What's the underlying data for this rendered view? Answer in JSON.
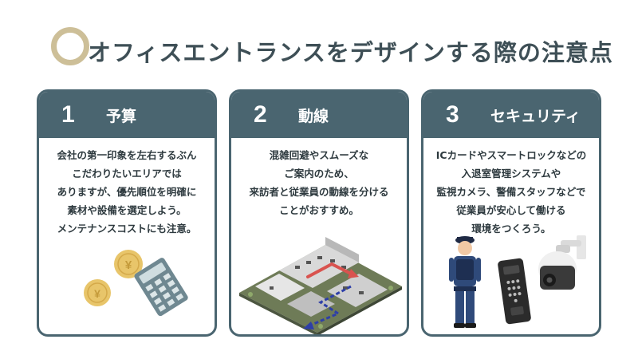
{
  "header": {
    "title": "オフィスエントランスをデザインする際の注意点"
  },
  "cards": [
    {
      "number": "1",
      "title": "予算",
      "lines": [
        "会社の第一印象を左右するぶん",
        "こだわりたいエリアでは",
        "ありますが、優先順位を明確に",
        "素材や設備を選定しよう。",
        "メンテナンスコストにも注意。"
      ],
      "illustration": "coins-and-calculator",
      "coin_symbol": "¥"
    },
    {
      "number": "2",
      "title": "動線",
      "lines": [
        "混雑回避やスムーズな",
        "ご案内のため、",
        "来訪者と従業員の動線を分ける",
        "ことがおすすめ。"
      ],
      "illustration": "isometric-office-floor-plan"
    },
    {
      "number": "3",
      "title": "セキュリティ",
      "lines": [
        "ICカードやスマートロックなどの",
        "入退室管理システムや",
        "監視カメラ、警備スタッフなどで",
        "従業員が安心して働ける",
        "環境をつくろう。"
      ],
      "illustration": "security-guard-keypad-camera"
    }
  ],
  "colors": {
    "accent_ring": "#CDBF98",
    "card_header": "#4A6570",
    "title_text": "#3E4F56",
    "coin": "#E8C56A",
    "flow_red": "#D9534F",
    "flow_blue": "#2E3FA8"
  }
}
